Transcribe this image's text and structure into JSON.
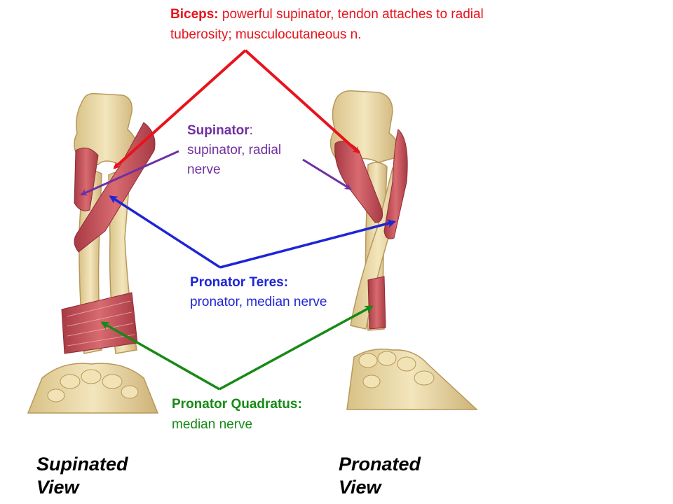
{
  "labels": {
    "biceps": {
      "title": "Biceps:",
      "text": " powerful supinator, tendon attaches to radial tuberosity; musculocutaneous n."
    },
    "supinator": {
      "title": "Supinator",
      "text": ": supinator, radial nerve"
    },
    "pronator_teres": {
      "title": "Pronator Teres:",
      "text": " pronator, median nerve"
    },
    "pronator_quadratus": {
      "title": "Pronator Quadratus:",
      "text": " median nerve"
    }
  },
  "views": {
    "left": {
      "line1": "Supinated",
      "line2": "View"
    },
    "right": {
      "line1": "Pronated",
      "line2": "View"
    }
  },
  "colors": {
    "biceps": "#e8131b",
    "supinator": "#7030a0",
    "pronator_teres": "#1e25d6",
    "pronator_quadratus": "#168a16",
    "bone": "#eddcaa",
    "muscle": "#c8505a"
  }
}
